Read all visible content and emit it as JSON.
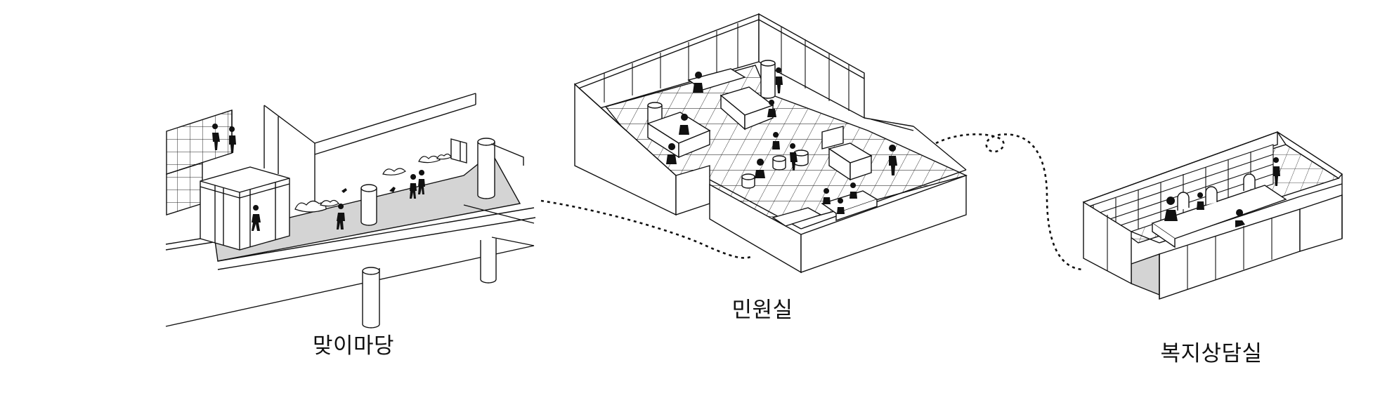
{
  "labels": {
    "entrance_plaza": "맞이마당",
    "civil_service_room": "민원실",
    "welfare_counseling_room": "복지상담실"
  },
  "colors": {
    "line": "#111111",
    "floor_fill": "#d4d4d4",
    "figure": "#111111",
    "background": "#ffffff"
  }
}
